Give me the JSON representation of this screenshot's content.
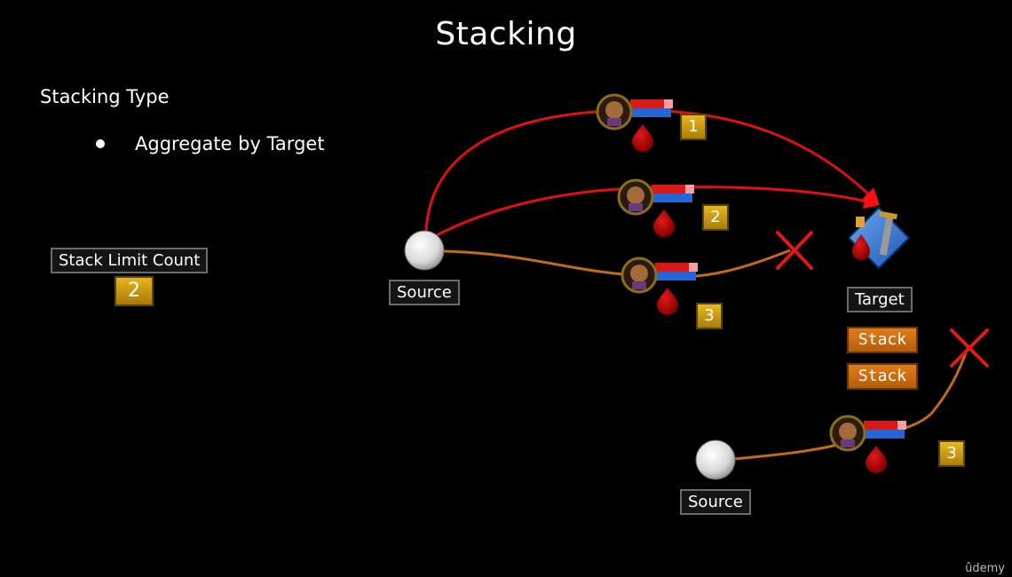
{
  "title": "Stacking",
  "section": {
    "heading": "Stacking Type",
    "bullet": "Aggregate by Target"
  },
  "stack_limit": {
    "label": "Stack Limit Count",
    "value": "2"
  },
  "nodes": {
    "source_top": "Source",
    "source_bottom": "Source",
    "target": "Target"
  },
  "effects": [
    "1",
    "2",
    "3",
    "3"
  ],
  "stacks": [
    "Stack",
    "Stack"
  ],
  "watermark": "ûdemy",
  "colors": {
    "applied_line": "#e01010",
    "rejected_line": "#c06a1a",
    "number_badge": "#d4a417",
    "stack_badge": "#d9731a",
    "reject_mark": "#e01818"
  }
}
